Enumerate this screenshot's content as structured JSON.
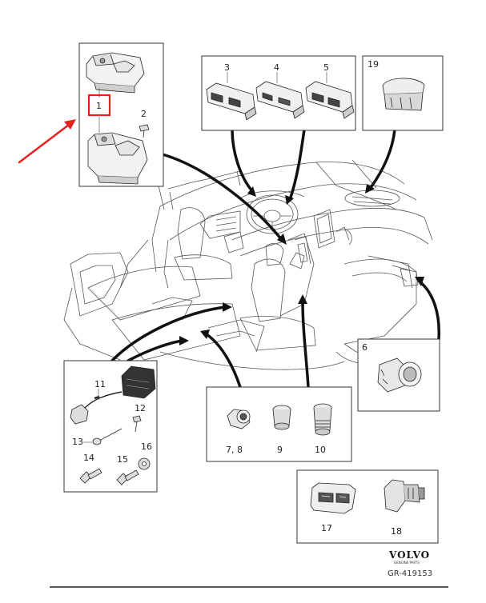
{
  "callouts": {
    "c1": "1",
    "c2": "2",
    "c3": "3",
    "c4": "4",
    "c5": "5",
    "c6": "6",
    "c7_8": "7, 8",
    "c9": "9",
    "c10": "10",
    "c11": "11",
    "c12": "12",
    "c13": "13",
    "c14": "14",
    "c15": "15",
    "c16": "16",
    "c17": "17",
    "c18": "18",
    "c19": "19"
  },
  "brand": {
    "name": "VOLVO",
    "tagline": "GENUINE PARTS"
  },
  "reference": "GR-419153",
  "colors": {
    "highlight": "#e5201e",
    "line": "#111111",
    "box_border": "#333333"
  }
}
